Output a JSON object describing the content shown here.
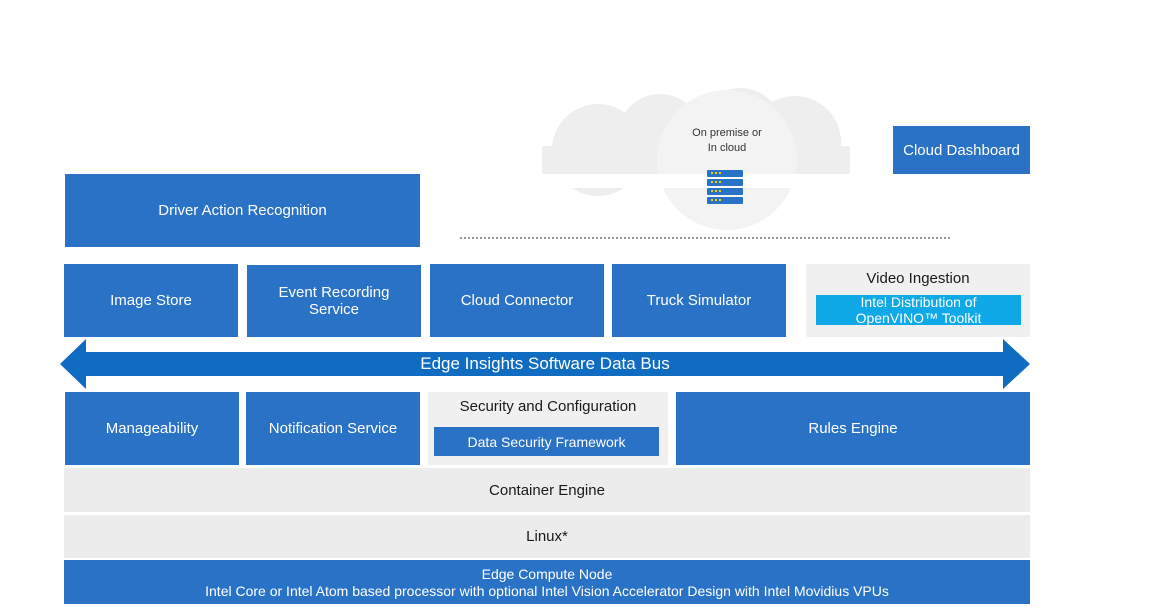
{
  "cloud": {
    "label_line1": "On premise or",
    "label_line2": "In cloud",
    "icon": "server-stack-icon",
    "colors": {
      "cloud": "#ececec",
      "server": "#2a72c6",
      "server_led": "#f5d000"
    }
  },
  "cloud_dashboard": "Cloud Dashboard",
  "driver_action_recognition": "Driver Action Recognition",
  "services_row": {
    "image_store": "Image Store",
    "event_recording_line1": "Event Recording",
    "event_recording_line2": "Service",
    "cloud_connector": "Cloud Connector",
    "truck_simulator": "Truck Simulator",
    "video_ingestion": {
      "title": "Video Ingestion",
      "openvino_line1": "Intel Distribution of",
      "openvino_line2": "OpenVINO™ Toolkit"
    }
  },
  "data_bus": "Edge Insights Software Data Bus",
  "core_row": {
    "manageability": "Manageability",
    "notification_service": "Notification Service",
    "security_config": {
      "title": "Security and Configuration",
      "framework": "Data Security Framework"
    },
    "rules_engine": "Rules Engine"
  },
  "container_engine": "Container Engine",
  "linux": "Linux*",
  "edge_node": {
    "title": "Edge Compute Node",
    "subtitle": "Intel Core or Intel Atom based processor with optional Intel Vision Accelerator Design with Intel Movidius VPUs"
  },
  "colors": {
    "primary_blue": "#2a72c6",
    "data_bus_blue": "#0f6cc0",
    "accent_cyan": "#0fa9e8",
    "light_grey": "#ececec"
  }
}
